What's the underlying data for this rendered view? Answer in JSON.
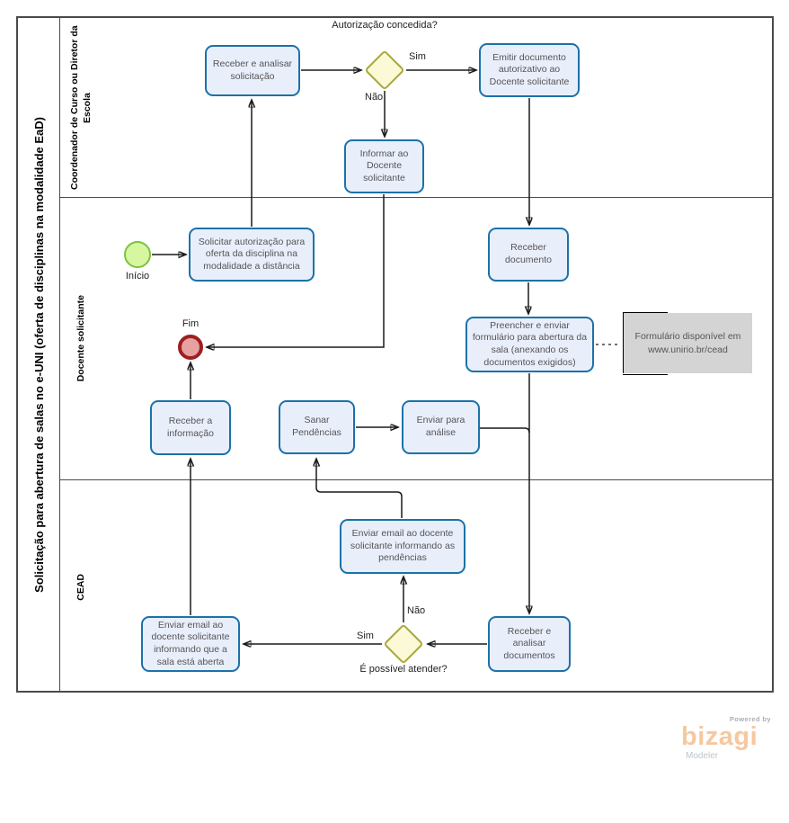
{
  "pool": {
    "title": "Solicitação para abertura de salas no e-UNI (oferta de disciplinas na modalidade EaD)",
    "lanes": [
      "Coordenador de Curso ou Diretor da Escola",
      "Docente  solicitante",
      "CEAD"
    ]
  },
  "events": {
    "start": "Início",
    "end": "Fim"
  },
  "tasks": {
    "receber_analisar_solicitacao": "Receber  e analisar solicitação",
    "emitir_documento": "Emitir documento autorizativo ao Docente solicitante",
    "informar_docente": "Informar ao Docente solicitante",
    "solicitar_autorizacao": "Solicitar autorização para oferta da disciplina na modalidade a distância",
    "receber_documento": "Receber documento",
    "preencher_enviar_formulario": "Preencher e enviar formulário para abertura da sala (anexando os documentos exigidos)",
    "receber_informacao": "Receber a informação",
    "sanar_pendencias": "Sanar Pendências",
    "enviar_para_analise": "Enviar para análise",
    "enviar_email_pendencias": "Enviar email ao docente solicitante informando as pendências",
    "enviar_email_sala_aberta": "Enviar email ao docente solicitante informando que a sala está aberta",
    "receber_analisar_documentos": "Receber e analisar documentos"
  },
  "gateways": {
    "autorizacao": {
      "question": "Autorização concedida?",
      "yes": "Sim",
      "no": "Não"
    },
    "atender": {
      "question": "É possível atender?",
      "yes": "Sim",
      "no": "Não"
    }
  },
  "annotation": "Formulário disponível em www.unirio.br/cead",
  "branding": {
    "powered_by": "Powered by",
    "name": "bizagi",
    "product": "Modeler"
  },
  "colors": {
    "task_fill": "#e9eefb",
    "task_border": "#1b72a8",
    "gateway_fill": "#fbf9d6",
    "gateway_border": "#a8a83c",
    "start_fill": "#d7f6a0",
    "start_border": "#7cc33e",
    "end_fill": "#e8a1a1",
    "end_border": "#9e1f1f",
    "annotation_fill": "#d4d4d4",
    "lane_border": "#4a4a4a",
    "flow": "#1a1a1a",
    "brand": "#f6c8a0"
  }
}
